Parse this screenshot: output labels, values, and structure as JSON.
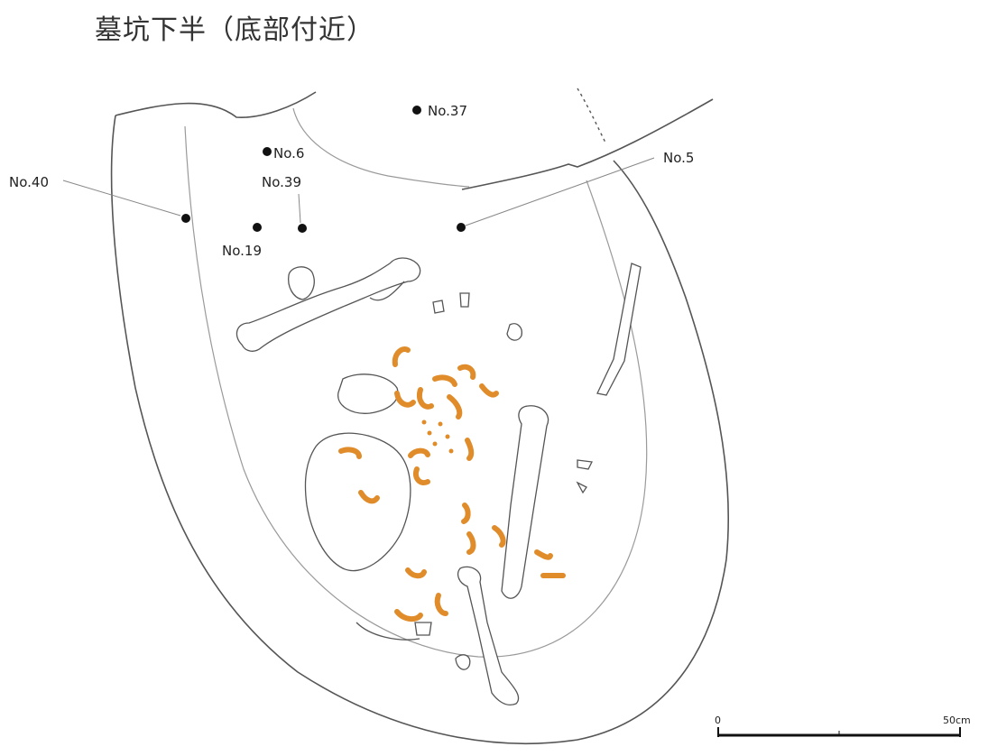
{
  "title": "墓坑下半（底部付近）",
  "labels": {
    "no37": "No.37",
    "no6": "No.6",
    "no39": "No.39",
    "no5": "No.5",
    "no40": "No.40",
    "no19": "No.19"
  },
  "scale": {
    "start": "0",
    "end": "50cm"
  },
  "colors": {
    "outline": "#555555",
    "inner_line": "#9a9a9a",
    "bone": "#555555",
    "shell": "#e08c2a",
    "marker": "#111111"
  }
}
